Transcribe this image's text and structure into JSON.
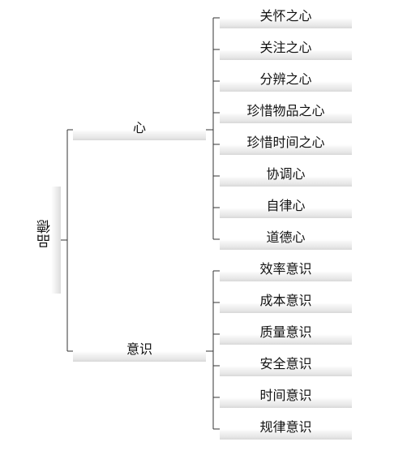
{
  "root": {
    "label": "品德"
  },
  "branches": [
    {
      "label": "心",
      "children": [
        "关怀之心",
        "关注之心",
        "分辨之心",
        "珍惜物品之心",
        "珍惜时间之心",
        "协调心",
        "自律心",
        "道德心"
      ]
    },
    {
      "label": "意识",
      "children": [
        "效率意识",
        "成本意识",
        "质量意识",
        "安全意识",
        "时间意识",
        "规律意识"
      ]
    }
  ],
  "colors": {
    "line": "#333333",
    "bar_shade": "#dedede"
  }
}
